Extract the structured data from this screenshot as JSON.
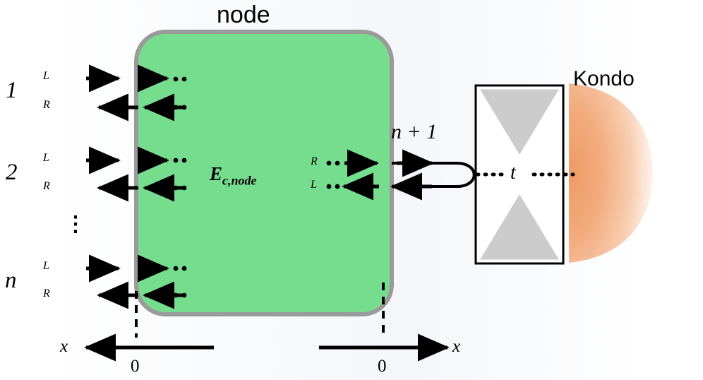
{
  "figure": {
    "title_label": "node",
    "kondo_label": "Kondo",
    "charging_energy_label": "E",
    "charging_energy_sub": "c,node",
    "channel_np1_label": "n + 1",
    "tunneling_label": "t",
    "vertical_dots": "⋮",
    "colors": {
      "node_fill": "#77dd8e",
      "node_border": "#9a9a9a",
      "dot_triangle_fill": "#cccccc",
      "kondo_fill_center": "#f0a070",
      "arrow": "#000000",
      "background": "#ffffff"
    },
    "channels": [
      {
        "index_label": "1",
        "upper_mode": "L",
        "lower_mode": "R"
      },
      {
        "index_label": "2",
        "upper_mode": "L",
        "lower_mode": "R"
      },
      {
        "index_label": "n",
        "upper_mode": "L",
        "lower_mode": "R"
      }
    ],
    "node_outgoing": {
      "upper_mode": "R",
      "lower_mode": "L"
    },
    "axes": [
      {
        "name": "left-axis",
        "x_label": "x",
        "origin_label": "0"
      },
      {
        "name": "right-axis",
        "x_label": "x",
        "origin_label": "0"
      }
    ]
  }
}
